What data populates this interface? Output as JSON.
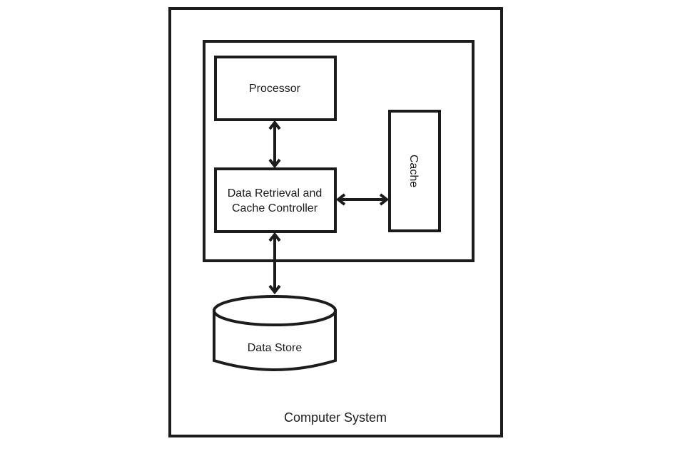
{
  "diagram": {
    "title": "Computer System",
    "colors": {
      "stroke": "#1c1c1c",
      "background": "#ffffff"
    },
    "nodes": {
      "computer_system": {
        "label": "Computer System",
        "shape": "rectangle"
      },
      "inner_module": {
        "label": "",
        "shape": "rectangle"
      },
      "processor": {
        "label": "Processor",
        "shape": "rectangle"
      },
      "controller": {
        "label_line1": "Data Retrieval and",
        "label_line2": "Cache Controller",
        "shape": "rectangle"
      },
      "cache": {
        "label": "Cache",
        "shape": "rectangle",
        "text_orientation": "rotated 90° clockwise"
      },
      "data_store": {
        "label": "Data Store",
        "shape": "cylinder"
      }
    },
    "edges": [
      {
        "from": "processor",
        "to": "controller",
        "direction": "bidirectional"
      },
      {
        "from": "controller",
        "to": "cache",
        "direction": "bidirectional"
      },
      {
        "from": "controller",
        "to": "data_store",
        "direction": "bidirectional"
      }
    ]
  }
}
